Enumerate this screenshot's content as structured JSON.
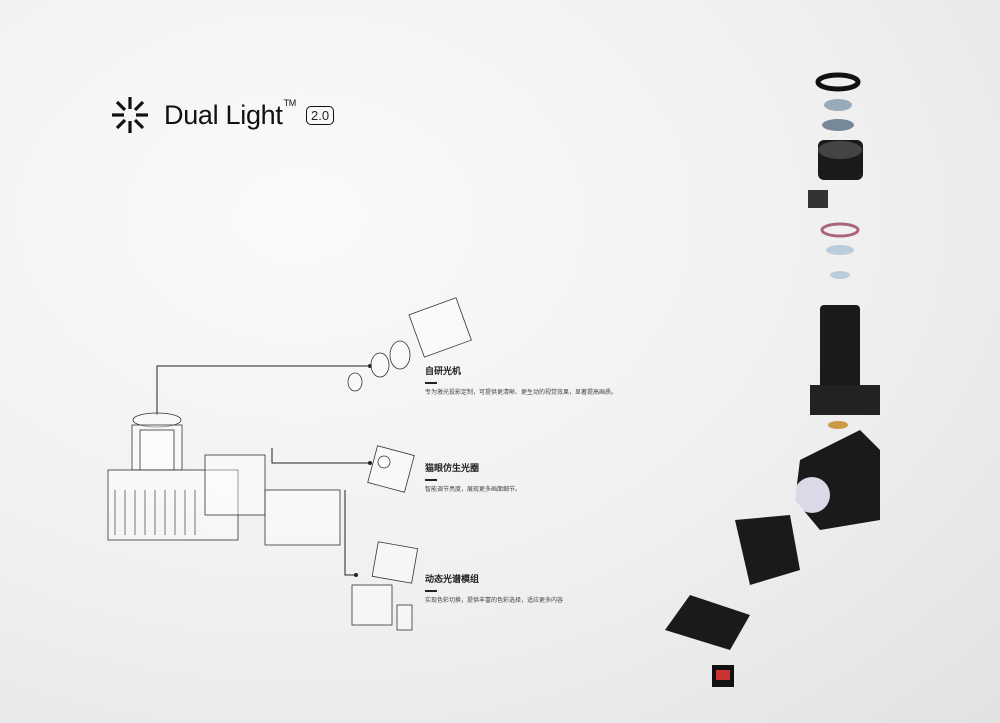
{
  "brand": {
    "name": "Dual Light",
    "trademark": "TM",
    "version": "2.0"
  },
  "features": [
    {
      "title": "自研光机",
      "desc": "专为激光投影定制，可提供更清晰、更生动的视觉效果，显著提高画质。"
    },
    {
      "title": "猫眼仿生光圈",
      "desc": "智能调节亮度，展现更多画面细节。"
    },
    {
      "title": "动态光谱模组",
      "desc": "实现色彩切换，提供丰富的色彩选择，适应更多内容"
    }
  ]
}
